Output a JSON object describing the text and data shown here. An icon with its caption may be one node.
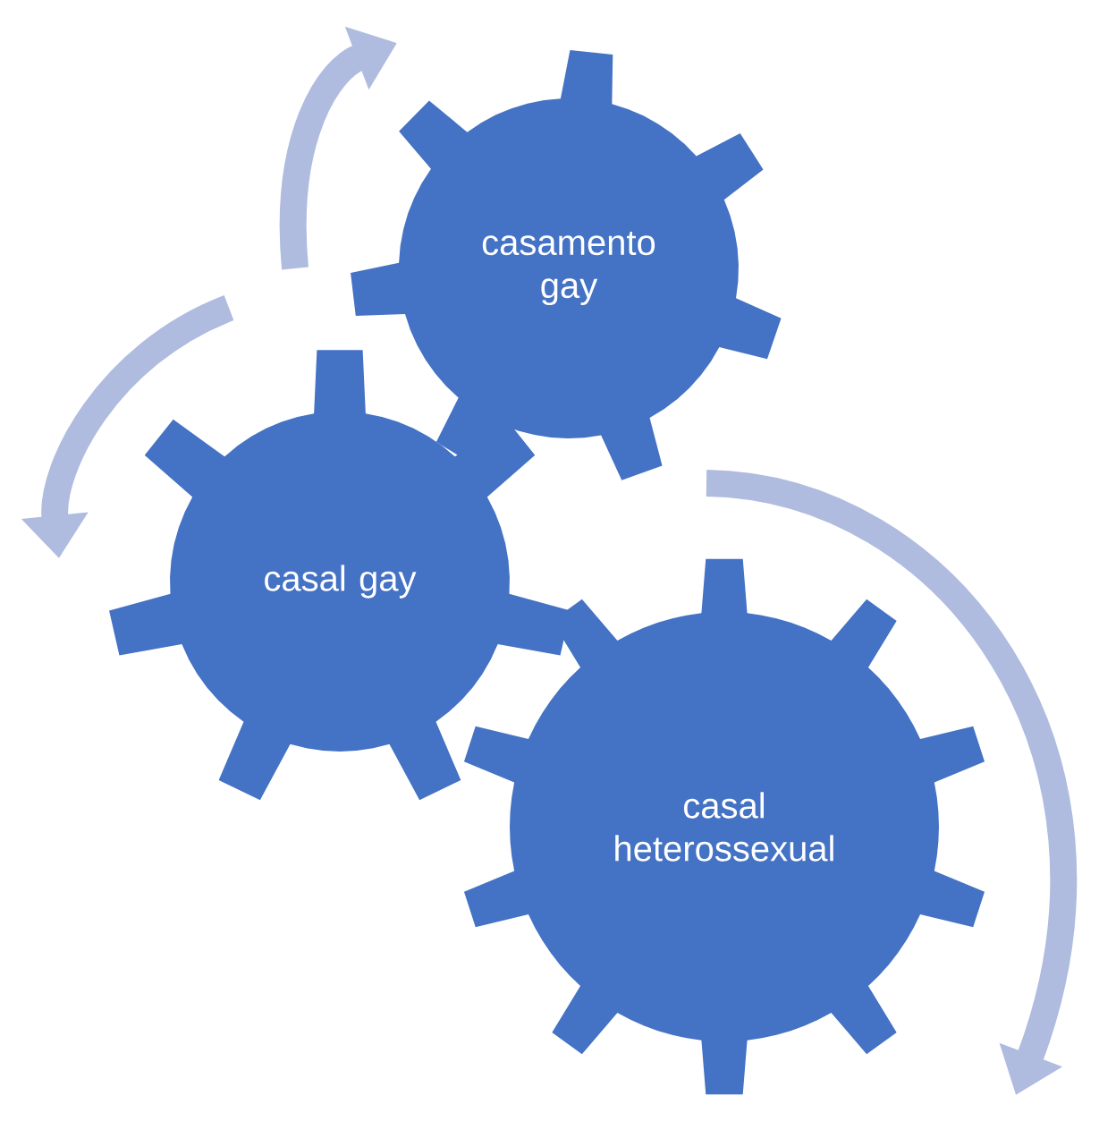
{
  "diagram": {
    "nodes": [
      {
        "text": [
          "casamento gay"
        ]
      },
      {
        "text": [
          "casal gay"
        ]
      },
      {
        "text": [
          "casal heterossexual"
        ]
      }
    ]
  }
}
